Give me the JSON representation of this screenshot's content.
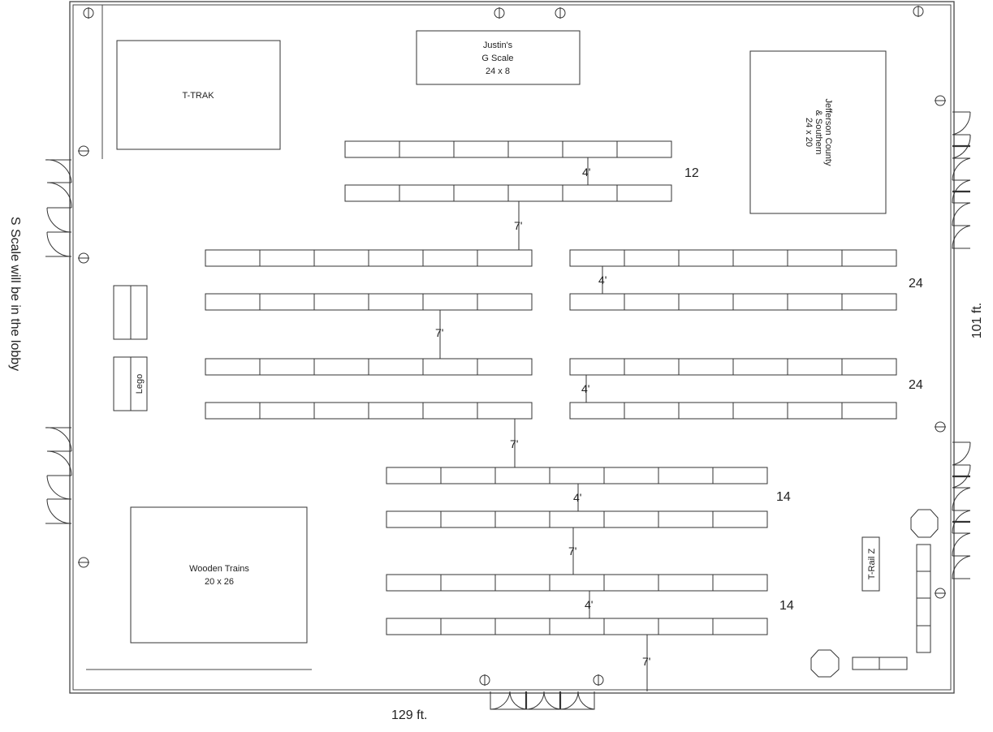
{
  "labels": {
    "ttrak": "T-TRAK",
    "justins": [
      "Justin's",
      "G Scale",
      "24 x 8"
    ],
    "jefferson": [
      "Jefferson County",
      "& Southern",
      "24 x 20"
    ],
    "wooden": [
      "Wooden Trains",
      "20 x 26"
    ],
    "lego": "Lego",
    "trailz": "T-Rail Z",
    "sscale": "S Scale will be in the lobby",
    "width": "129 ft.",
    "height": "101 ft."
  },
  "row_counts": {
    "top": "12",
    "mid_upper": "24",
    "mid_lower": "24",
    "bottom_upper": "14",
    "bottom_lower": "14"
  },
  "spacing": {
    "four": "4'",
    "seven": "7'"
  },
  "colors": {
    "line": "#333333",
    "wall": "#444444"
  }
}
